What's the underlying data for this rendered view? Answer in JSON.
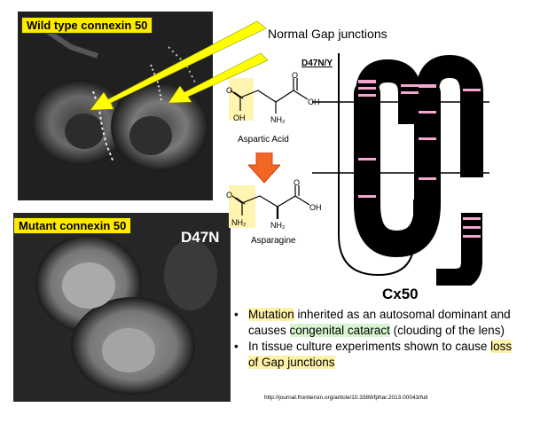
{
  "wild_type": {
    "label": "Wild type connexin 50"
  },
  "mutant": {
    "label": "Mutant connexin 50",
    "tag": "D47N"
  },
  "arrows": {
    "label": "Normal Gap junctions",
    "color": "#ffff00"
  },
  "chemistry": {
    "aspartic": {
      "name": "Aspartic Acid",
      "atoms": {
        "o1": "O",
        "oh1": "OH",
        "oh2": "OH",
        "o2": "O",
        "nh2": "NH₂"
      }
    },
    "asparagine": {
      "name": "Asparagine",
      "atoms": {
        "o1": "O",
        "oh": "OH",
        "o2": "O",
        "nh2a": "NH₂",
        "nh2b": "NH₂"
      }
    },
    "highlight_color": "#fff4b0",
    "arrow_color": "#f26522"
  },
  "topology": {
    "mutation_label": "D47N/Y",
    "protein_label": "Cx50",
    "accent_color": "#f4a6d0"
  },
  "bullets": [
    {
      "pre": "",
      "hl1": "Mutation",
      "mid": " inherited as an autosomal dominant and causes ",
      "hl2": "congenital cataract",
      "post": " (clouding of the lens)"
    },
    {
      "pre": "In tissue culture experiments shown to cause ",
      "hl1": "loss of Gap junctions",
      "mid": "",
      "hl2": "",
      "post": ""
    }
  ],
  "citation": "http://journal.frontiersin.org/article/10.3389/fphar.2013.00043/full"
}
